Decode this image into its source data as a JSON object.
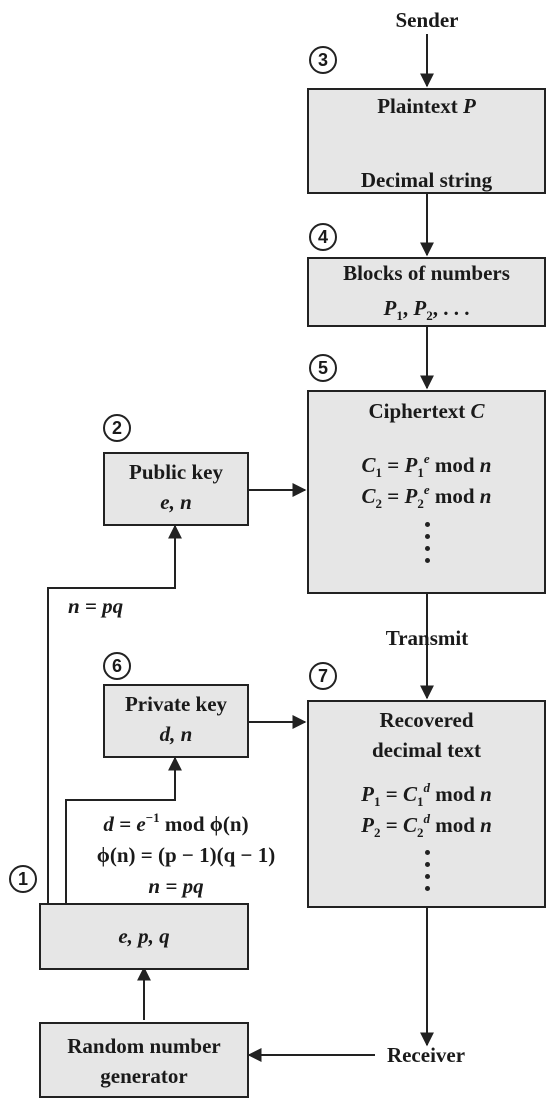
{
  "badges": {
    "b1": "1",
    "b2": "2",
    "b3": "3",
    "b4": "4",
    "b5": "5",
    "b6": "6",
    "b7": "7"
  },
  "labels": {
    "sender": "Sender",
    "transmit": "Transmit",
    "receiver": "Receiver",
    "n_pq": "n = pq"
  },
  "box3": {
    "line1": "Plaintext",
    "var": "P",
    "line2": "Decimal string"
  },
  "box4": {
    "title": "Blocks of numbers",
    "p": "P",
    "s1": "1",
    "s2": "2",
    "ellipsis": ", . . ."
  },
  "box5": {
    "title": "Ciphertext",
    "var": "C",
    "eq1": {
      "lhs": "C",
      "lsub": "1",
      "rhs": "P",
      "rsub": "1",
      "exp": "e",
      "mod": "mod",
      "n": "n"
    },
    "eq2": {
      "lhs": "C",
      "lsub": "2",
      "rhs": "P",
      "rsub": "2",
      "exp": "e",
      "mod": "mod",
      "n": "n"
    }
  },
  "public_key": {
    "title": "Public key",
    "params": "e, n"
  },
  "private_key": {
    "title": "Private key",
    "params": "d, n"
  },
  "box7": {
    "line1": "Recovered",
    "line2": "decimal text",
    "eq1": {
      "lhs": "P",
      "lsub": "1",
      "rhs": "C",
      "rsub": "1",
      "exp": "d",
      "mod": "mod",
      "n": "n"
    },
    "eq2": {
      "lhs": "P",
      "lsub": "2",
      "rhs": "C",
      "rsub": "2",
      "exp": "d",
      "mod": "mod",
      "n": "n"
    }
  },
  "keygen": {
    "d_eq": "d = e",
    "inv": "−1",
    "d_eq_rest": " mod ϕ(n)",
    "phi_eq": "ϕ(n) = (p − 1)(q − 1)",
    "n_eq": "n = pq"
  },
  "epq_box": {
    "label": "e, p, q"
  },
  "rng_box": {
    "line1": "Random number",
    "line2": "generator"
  }
}
